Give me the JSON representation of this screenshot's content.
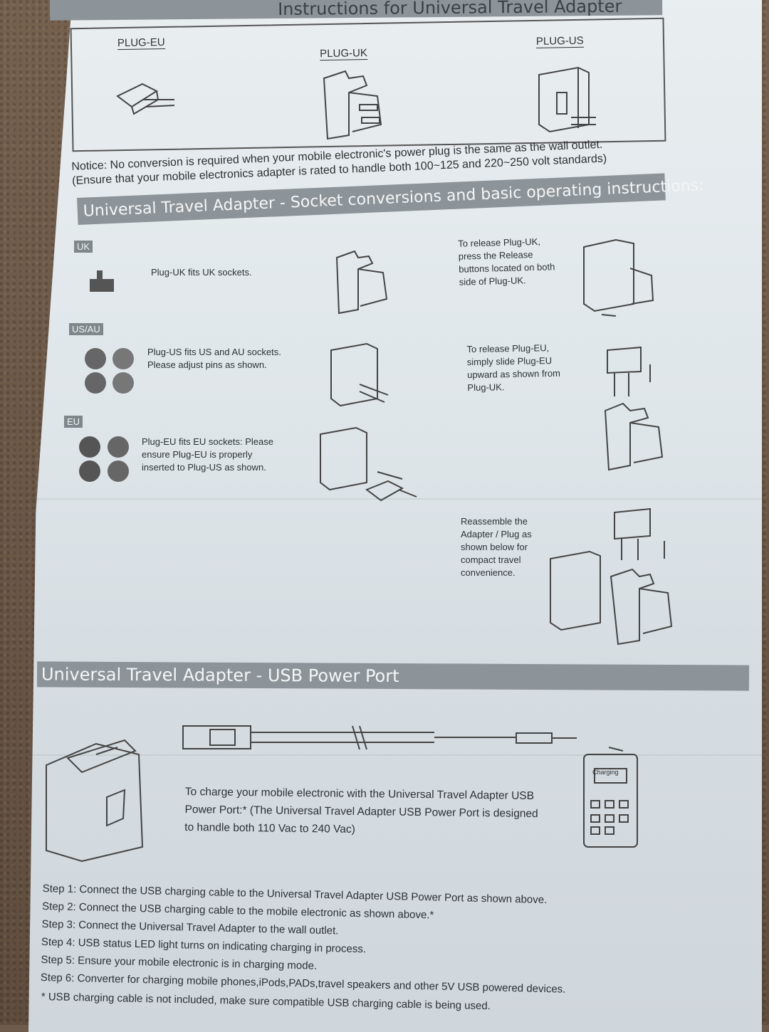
{
  "header": {
    "title": "Instructions for Universal Travel Adapter"
  },
  "plugs": {
    "eu": "PLUG-EU",
    "uk": "PLUG-UK",
    "us": "PLUG-US"
  },
  "notice": {
    "line1": "Notice: No conversion is required when your mobile electronic's power plug is the same as the wall outlet.",
    "line2": "(Ensure that your mobile electronics adapter is rated to handle both 100~125 and 220~250 volt standards)"
  },
  "socket_section": {
    "title": "Universal Travel Adapter - Socket conversions and basic operating instructions:",
    "uk_tag": "UK",
    "uk_text": "Plug-UK fits UK sockets.",
    "usau_tag": "US/AU",
    "usau_text1": "Plug-US fits US and AU sockets.",
    "usau_text2": "Please adjust pins as shown.",
    "eu_tag": "EU",
    "eu_text1": "Plug-EU fits EU sockets: Please",
    "eu_text2": "ensure Plug-EU is properly",
    "eu_text3": "inserted to Plug-US as shown.",
    "release_uk": [
      "To release Plug-UK,",
      "press the Release",
      "buttons located on both",
      "side of Plug-UK."
    ],
    "release_eu": [
      "To release Plug-EU,",
      "simply slide Plug-EU",
      "upward as shown from",
      "Plug-UK."
    ],
    "reassemble": [
      "Reassemble the",
      "Adapter / Plug as",
      "shown below for",
      "compact travel",
      "convenience."
    ]
  },
  "usb_section": {
    "title": "Universal Travel Adapter  - USB Power Port",
    "phone_label": "Charging",
    "desc": [
      "To charge your mobile electronic with the Universal Travel Adapter USB",
      "Power Port:* (The Universal Travel Adapter USB Power Port is designed",
      "to handle both 110 Vac to 240 Vac)"
    ],
    "steps": [
      "Step 1: Connect the USB charging cable to the Universal Travel Adapter USB Power Port as shown above.",
      "Step 2: Connect the USB charging cable to the mobile electronic as shown above.*",
      "Step 3: Connect the Universal Travel Adapter to the wall outlet.",
      "Step 4: USB status LED light turns on indicating charging in process.",
      "Step 5: Ensure your mobile electronic is in charging mode.",
      "Step 6: Converter for charging mobile phones,iPods,PADs,travel speakers and other 5V USB powered devices."
    ],
    "footnote": "* USB charging cable is not included, make sure compatible USB charging cable is being used."
  }
}
